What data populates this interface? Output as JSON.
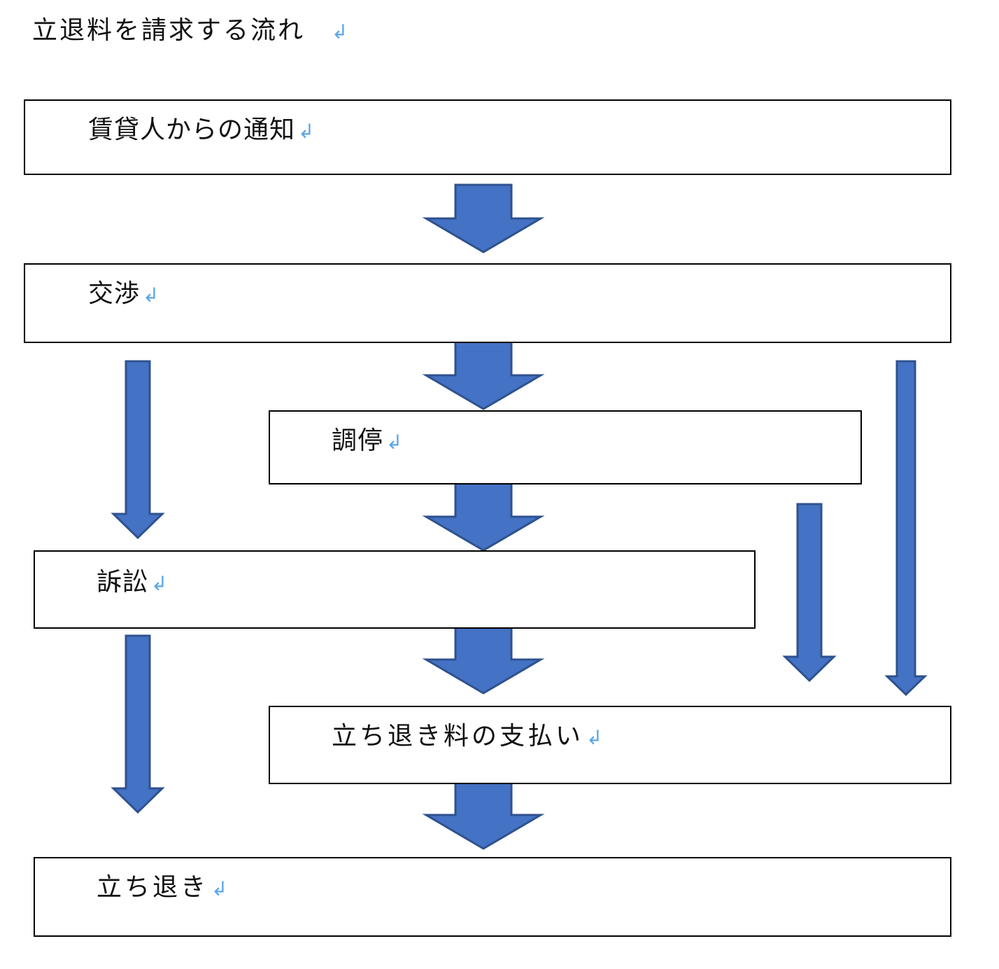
{
  "title": "立退料を請求する流れ",
  "return_mark": "↲",
  "nodes": {
    "notice": "賃貸人からの通知",
    "negotiation": "交渉",
    "mediation": "調停",
    "lawsuit": "訴訟",
    "payment": "立ち退き料の支払い",
    "eviction": "立ち退き"
  }
}
